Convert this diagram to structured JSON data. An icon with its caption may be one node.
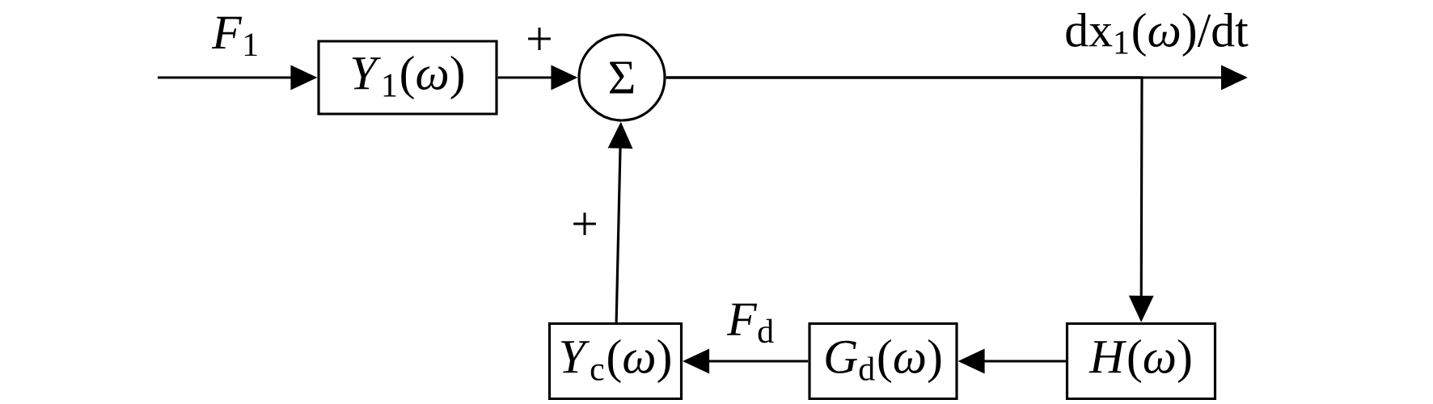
{
  "diagram": {
    "nodes": [
      {
        "text": [
          "*Y*$_{1}$(*ω*)"
        ]
      },
      {
        "text": [
          "Σ"
        ]
      },
      {
        "text": [
          "*H*(*ω*)"
        ]
      },
      {
        "text": [
          "*G*$_{d}$(*ω*)"
        ]
      },
      {
        "text": [
          "*Y*$_{c}$(*ω*)"
        ]
      }
    ],
    "edges": [
      {
        "from": null,
        "to": 0,
        "arrow": "to",
        "label": "*F*$_{1}$"
      },
      {
        "from": 0,
        "to": 1,
        "arrow": "to",
        "label": "+"
      },
      {
        "from": 1,
        "to": null,
        "arrow": "to",
        "label": "dx$_{1}$(*ω*)/dt"
      },
      {
        "from": 1,
        "to": 2,
        "arrow": "to"
      },
      {
        "from": 2,
        "to": 3,
        "arrow": "to"
      },
      {
        "from": 3,
        "to": 4,
        "arrow": "to",
        "label": "*F*$_{d}$"
      },
      {
        "from": 4,
        "to": 1,
        "arrow": "to",
        "label": "+"
      }
    ]
  }
}
